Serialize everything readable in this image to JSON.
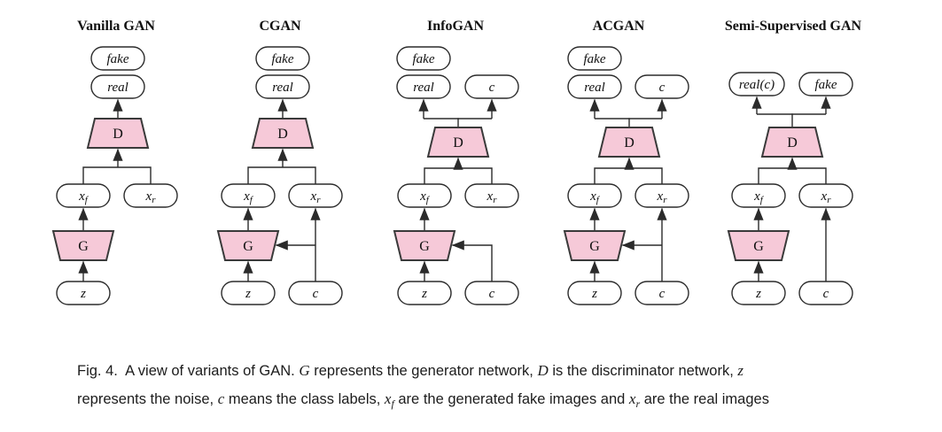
{
  "colors": {
    "background": "#ffffff",
    "line": "#2b2b2b",
    "trapezoid_fill": "#f6c9d8",
    "trapezoid_border": "#3a3a3a",
    "text": "#111111"
  },
  "figure": {
    "columns": [
      {
        "title": "Vanilla GAN",
        "nodes": {
          "fake": "fake",
          "real": "real",
          "d": "D",
          "xf_base": "x",
          "xf_sub": "f",
          "xr_base": "x",
          "xr_sub": "r",
          "g": "G",
          "z": "z"
        }
      },
      {
        "title": "CGAN",
        "nodes": {
          "fake": "fake",
          "real": "real",
          "d": "D",
          "xf_base": "x",
          "xf_sub": "f",
          "xr_base": "x",
          "xr_sub": "r",
          "g": "G",
          "z": "z",
          "c_in": "c"
        }
      },
      {
        "title": "InfoGAN",
        "nodes": {
          "fake": "fake",
          "real": "real",
          "c_out": "c",
          "d": "D",
          "xf_base": "x",
          "xf_sub": "f",
          "xr_base": "x",
          "xr_sub": "r",
          "g": "G",
          "z": "z",
          "c_in": "c"
        }
      },
      {
        "title": "ACGAN",
        "nodes": {
          "fake": "fake",
          "real": "real",
          "c_out": "c",
          "d": "D",
          "xf_base": "x",
          "xf_sub": "f",
          "xr_base": "x",
          "xr_sub": "r",
          "g": "G",
          "z": "z",
          "c_in": "c"
        }
      },
      {
        "title": "Semi-Supervised GAN",
        "nodes": {
          "real_c": "real(c)",
          "fake": "fake",
          "d": "D",
          "xf_base": "x",
          "xf_sub": "f",
          "xr_base": "x",
          "xr_sub": "r",
          "g": "G",
          "z": "z",
          "c_in": "c"
        }
      }
    ]
  },
  "caption": {
    "segments": [
      {
        "text": "Fig. 4.  A view of variants of GAN. ",
        "style": "normal"
      },
      {
        "text": "G",
        "style": "italic"
      },
      {
        "text": " represents the generator network, ",
        "style": "normal"
      },
      {
        "text": "D",
        "style": "italic"
      },
      {
        "text": " is the discriminator network, ",
        "style": "normal"
      },
      {
        "text": "z",
        "style": "italic"
      },
      {
        "break": true
      },
      {
        "text": "represents the noise, ",
        "style": "normal"
      },
      {
        "text": "c",
        "style": "italic"
      },
      {
        "text": " means the class labels, ",
        "style": "normal"
      },
      {
        "text": "x",
        "style": "italic"
      },
      {
        "text": "f",
        "style": "italic-sub"
      },
      {
        "text": " are the generated fake images and ",
        "style": "normal"
      },
      {
        "text": "x",
        "style": "italic"
      },
      {
        "text": "r",
        "style": "italic-sub"
      },
      {
        "text": " are the real images",
        "style": "normal"
      }
    ]
  }
}
